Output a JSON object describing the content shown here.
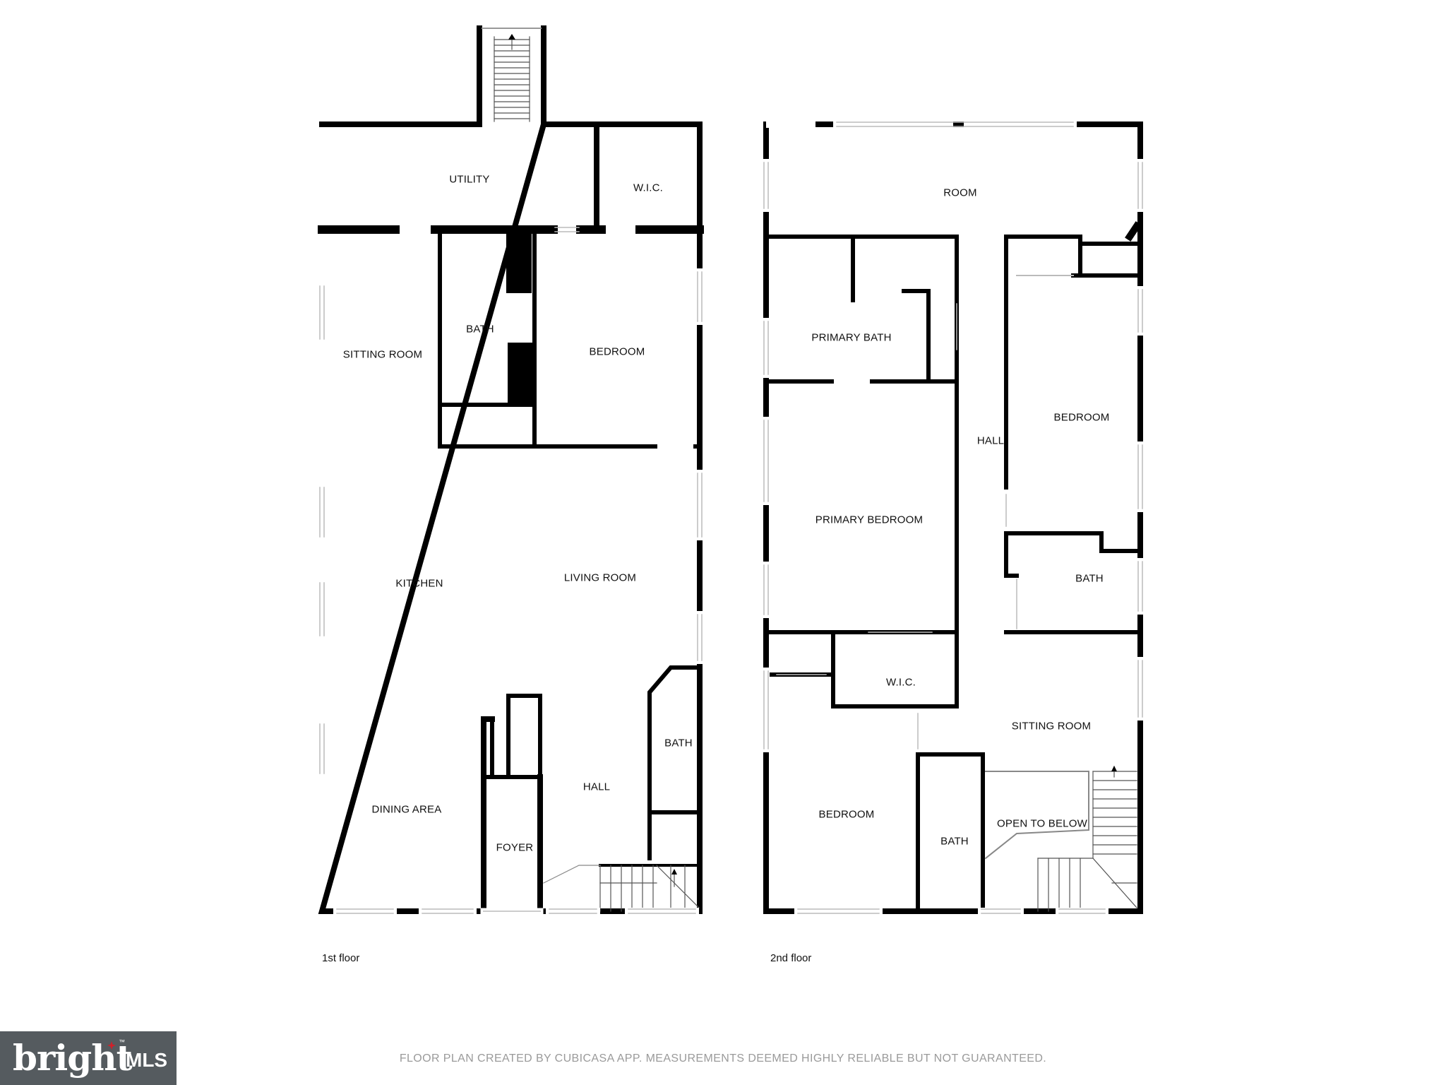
{
  "floors": [
    {
      "caption": "1st floor",
      "rooms": [
        "UTILITY",
        "W.I.C.",
        "SITTING ROOM",
        "BATH",
        "BEDROOM",
        "KITCHEN",
        "LIVING ROOM",
        "BATH",
        "HALL",
        "DINING AREA",
        "FOYER"
      ]
    },
    {
      "caption": "2nd floor",
      "rooms": [
        "ROOM",
        "PRIMARY BATH",
        "HALL",
        "BEDROOM",
        "PRIMARY BEDROOM",
        "BATH",
        "W.I.C.",
        "SITTING ROOM",
        "BEDROOM",
        "BATH",
        "OPEN TO BELOW"
      ]
    }
  ],
  "footer_note": "FLOOR PLAN CREATED BY CUBICASA APP. MEASUREMENTS DEEMED HIGHLY RELIABLE BUT NOT GUARANTEED.",
  "logo": {
    "brand": "bright",
    "suffix": "MLS",
    "mark": "™",
    "background": "#555b5f",
    "accent": "#d0202a"
  },
  "colors": {
    "wall": "#000000",
    "window": "#cccccc",
    "background": "#ffffff"
  }
}
